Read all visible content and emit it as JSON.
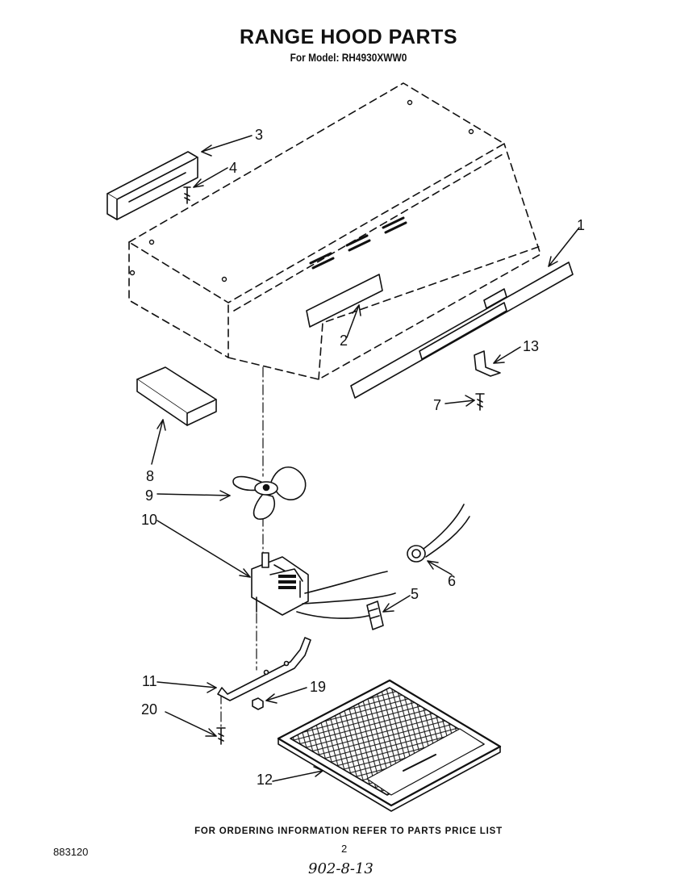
{
  "header": {
    "title": "RANGE HOOD PARTS",
    "subtitle": "For Model: RH4930XWW0"
  },
  "callouts": {
    "c1": "1",
    "c2": "2",
    "c3": "3",
    "c4": "4",
    "c5": "5",
    "c6": "6",
    "c7": "7",
    "c8": "8",
    "c9": "9",
    "c10": "10",
    "c11": "11",
    "c12": "12",
    "c13": "13",
    "c19": "19",
    "c20": "20"
  },
  "footer": {
    "ordering_note": "FOR ORDERING INFORMATION REFER TO PARTS PRICE LIST",
    "page_number": "2",
    "document_code": "883120",
    "handwritten_note": "902-8-13"
  }
}
